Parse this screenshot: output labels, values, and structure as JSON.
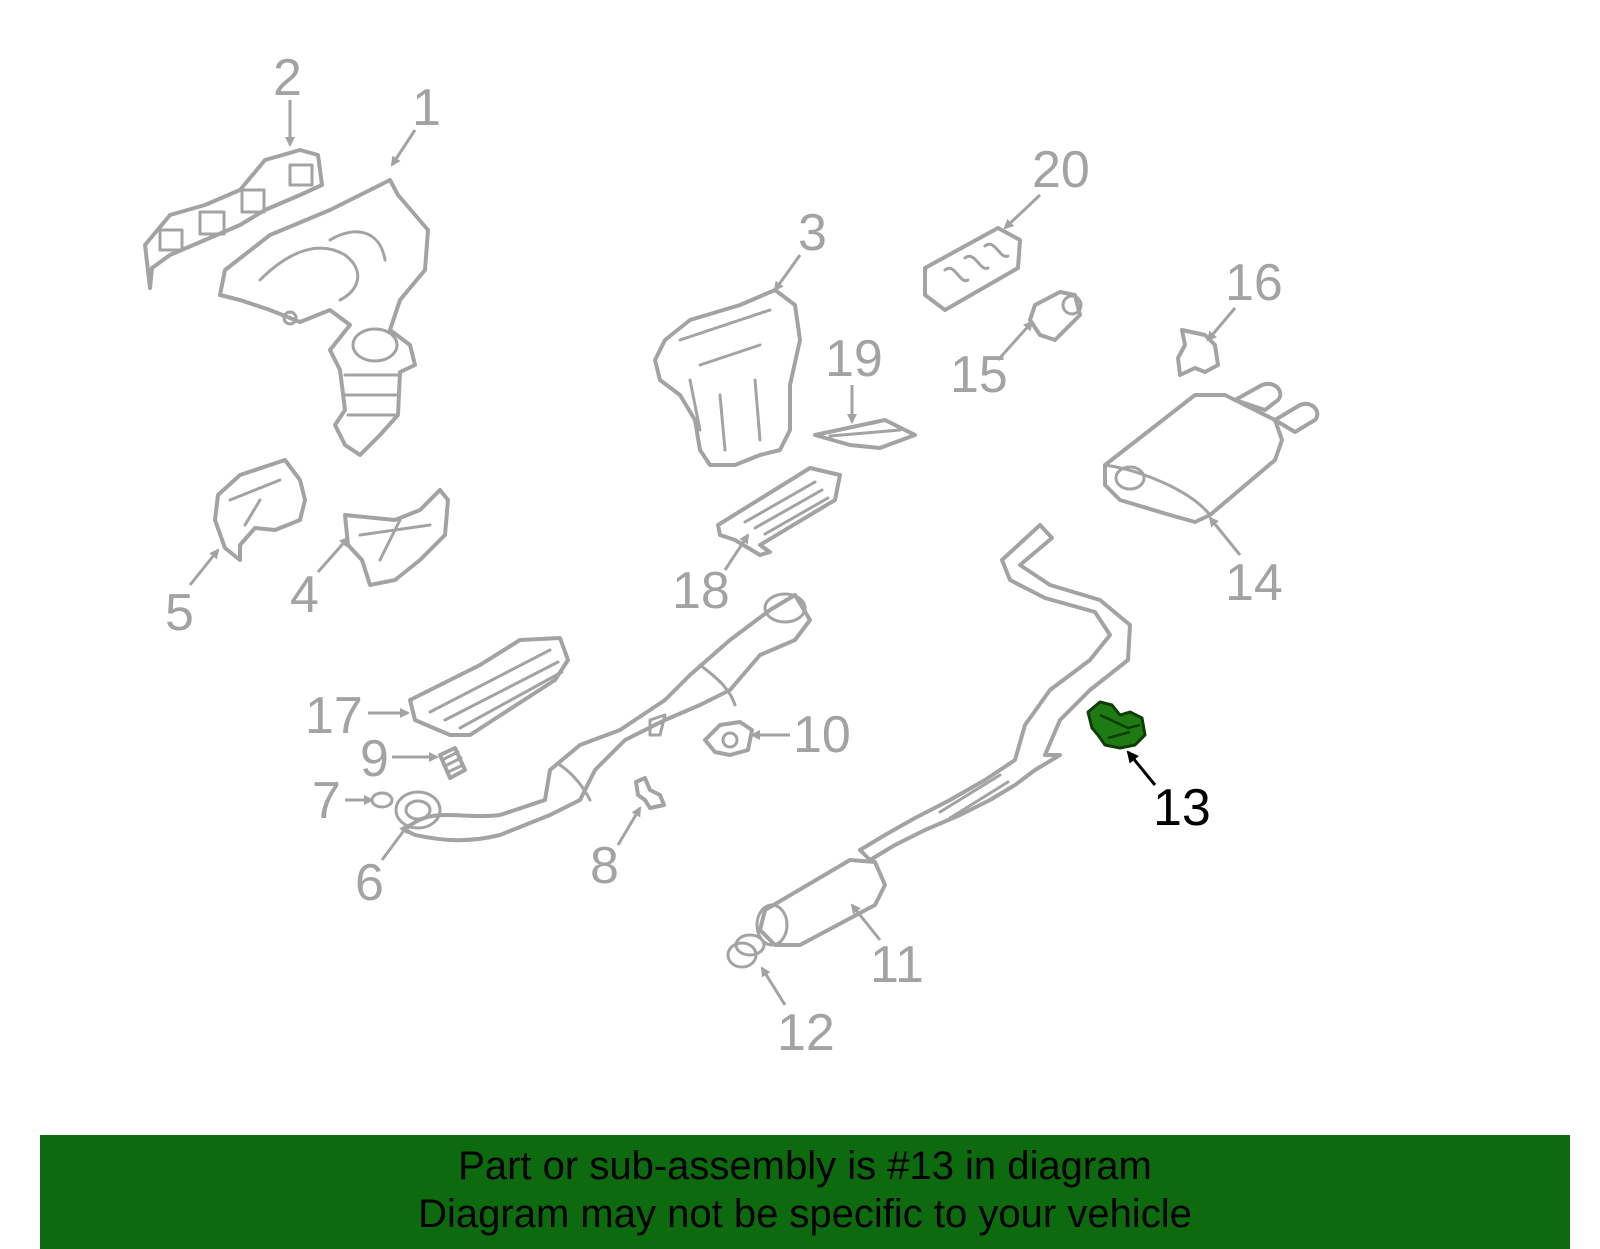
{
  "diagram": {
    "highlight_color": "#1e7a12",
    "label_color": "#a3a3a3",
    "labels": [
      "1",
      "2",
      "3",
      "4",
      "5",
      "6",
      "7",
      "8",
      "9",
      "10",
      "11",
      "12",
      "13",
      "14",
      "15",
      "16",
      "17",
      "18",
      "19",
      "20"
    ],
    "highlighted_part": "13"
  },
  "banner": {
    "background": "#0e6a0e",
    "line1": "Part or sub-assembly is #13 in diagram",
    "line2": "Diagram may not be specific to your vehicle"
  }
}
